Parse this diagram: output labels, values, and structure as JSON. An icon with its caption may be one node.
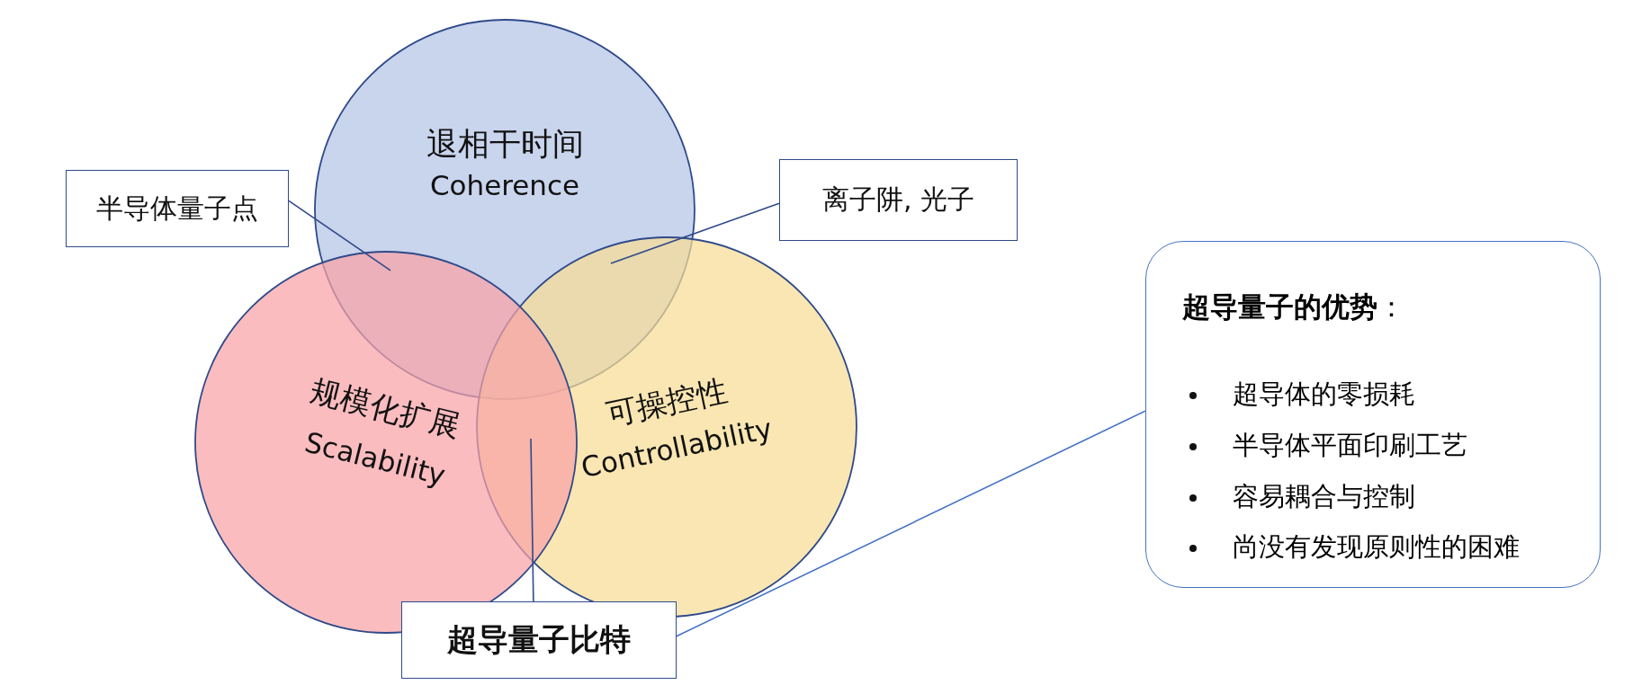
{
  "diagram": {
    "nodes": [
      {
        "text": [
          "退相干时间",
          "Coherence"
        ]
      },
      {
        "text": [
          "半导体量子点"
        ]
      },
      {
        "text": [
          "离子阱, 光子"
        ]
      },
      {
        "text": [
          "规模化扩展",
          "Scalability"
        ]
      },
      {
        "text": [
          "可操控性",
          "Controllability"
        ]
      },
      {
        "text": [
          "**超导量子的优势**：",
          "超导体的零损耗",
          "半导体平面印刷工艺",
          "容易耦合与控制",
          "尚没有发现原则性的困难"
        ]
      },
      {
        "text": [
          "超导量子比特"
        ]
      }
    ],
    "edges": [
      {
        "from": 1,
        "to": 0,
        "arrow": "none"
      },
      {
        "from": 2,
        "to": 0,
        "arrow": "none"
      },
      {
        "from": 6,
        "to": 4,
        "arrow": "none"
      },
      {
        "from": 6,
        "to": 5,
        "arrow": "none",
        "color": "#4472c4"
      }
    ]
  }
}
